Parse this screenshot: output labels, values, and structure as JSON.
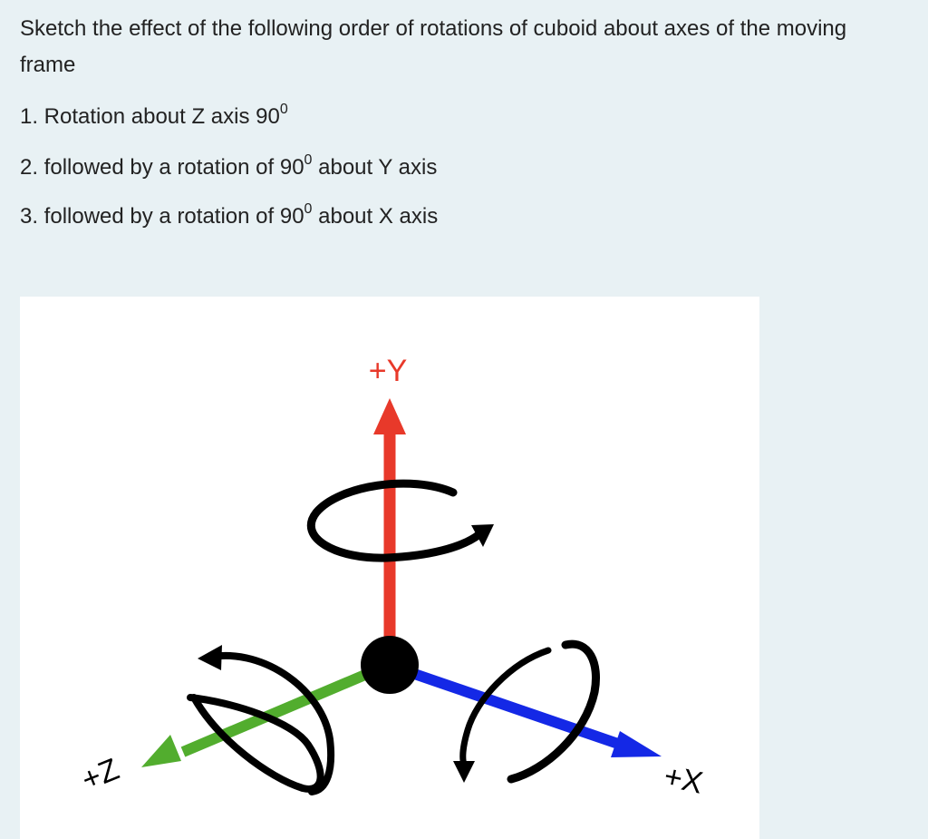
{
  "question": {
    "intro": "Sketch the effect of the following order of rotations of cuboid about axes of the moving frame",
    "steps": [
      {
        "prefix": "1. Rotation about Z axis 90",
        "sup": "0",
        "suffix": ""
      },
      {
        "prefix": "2. followed by a rotation of 90",
        "sup": "0",
        "suffix": " about Y axis"
      },
      {
        "prefix": "3. followed by a rotation of 90",
        "sup": "0",
        "suffix": " about X axis"
      }
    ]
  },
  "figure": {
    "labels": {
      "y": "+Y",
      "x": "+X",
      "z": "+Z"
    },
    "colors": {
      "y_axis": "#e8392a",
      "x_axis": "#1428e6",
      "z_axis": "#52ad2e",
      "rotation_arrow": "#000000",
      "origin": "#000000"
    }
  }
}
